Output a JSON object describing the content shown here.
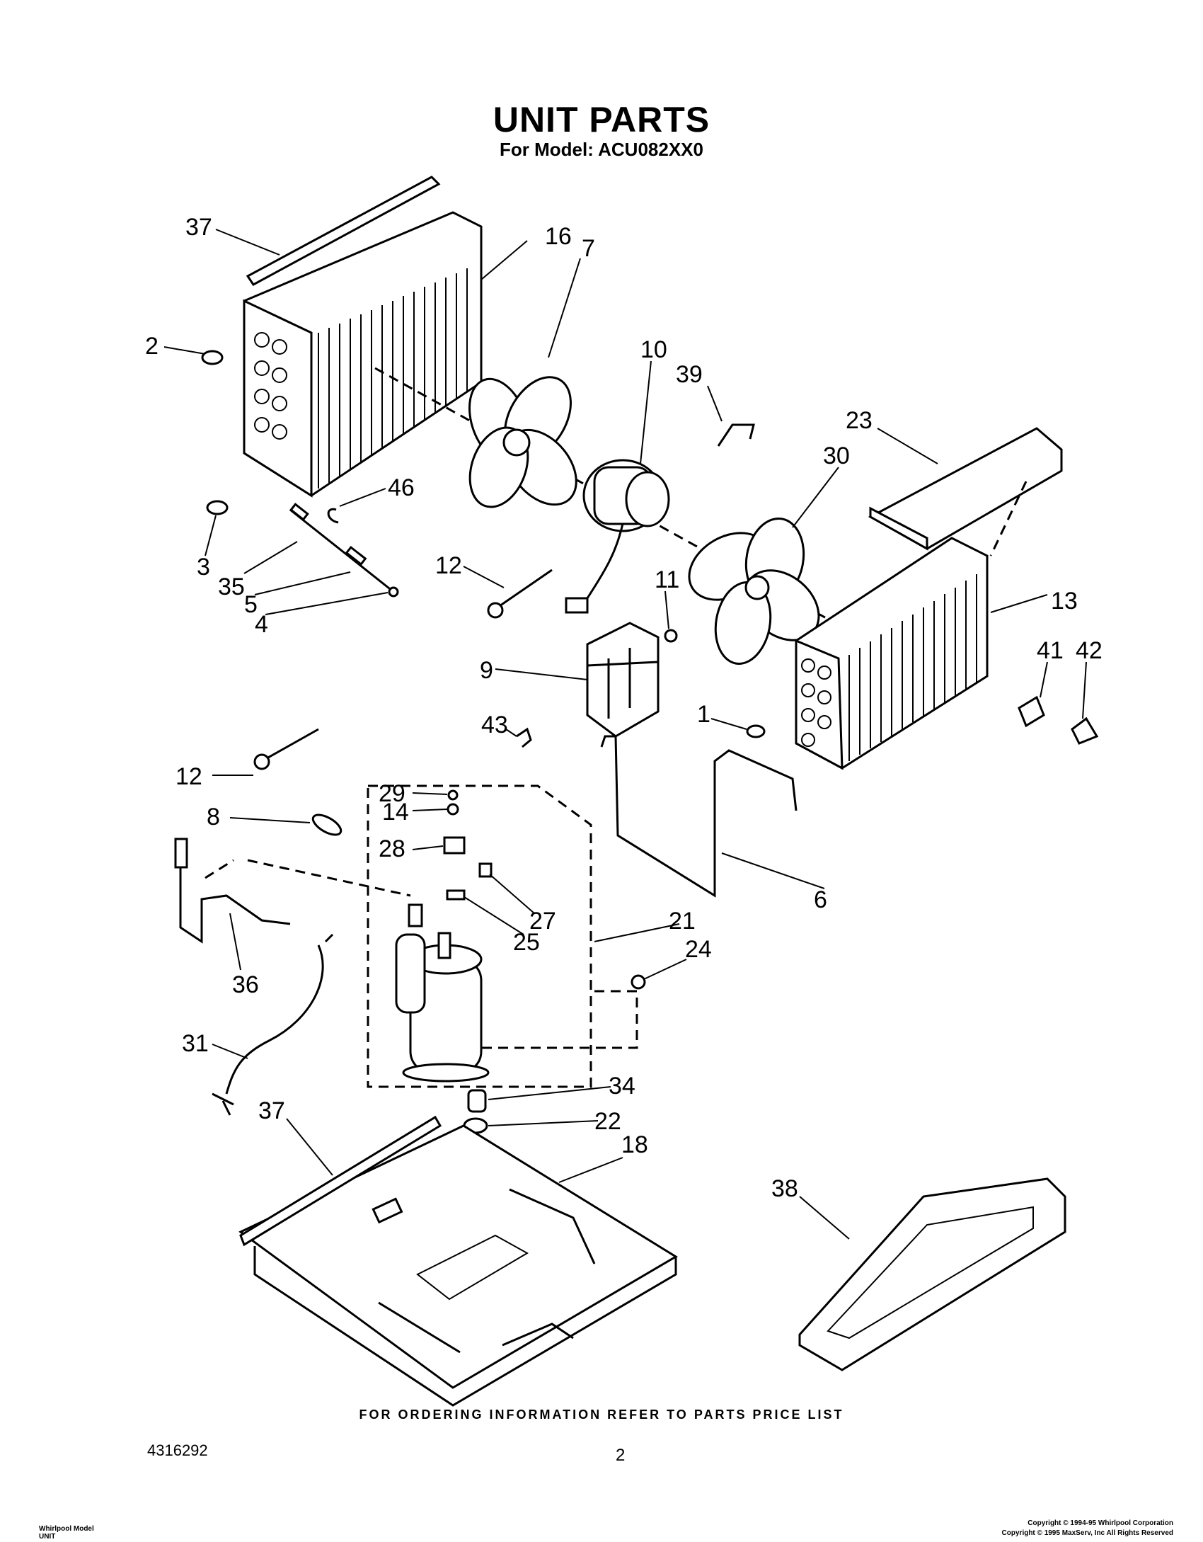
{
  "header": {
    "title": "UNIT PARTS",
    "model": "For Model: ACU082XX0"
  },
  "callouts": [
    {
      "id": "c37a",
      "label": "37"
    },
    {
      "id": "c16",
      "label": "16"
    },
    {
      "id": "c7",
      "label": "7"
    },
    {
      "id": "c2",
      "label": "2"
    },
    {
      "id": "c10",
      "label": "10"
    },
    {
      "id": "c39",
      "label": "39"
    },
    {
      "id": "c23",
      "label": "23"
    },
    {
      "id": "c30",
      "label": "30"
    },
    {
      "id": "c46",
      "label": "46"
    },
    {
      "id": "c3",
      "label": "3"
    },
    {
      "id": "c35",
      "label": "35"
    },
    {
      "id": "c5",
      "label": "5"
    },
    {
      "id": "c4",
      "label": "4"
    },
    {
      "id": "c12a",
      "label": "12"
    },
    {
      "id": "c11",
      "label": "11"
    },
    {
      "id": "c13",
      "label": "13"
    },
    {
      "id": "c41",
      "label": "41"
    },
    {
      "id": "c42",
      "label": "42"
    },
    {
      "id": "c9",
      "label": "9"
    },
    {
      "id": "c1",
      "label": "1"
    },
    {
      "id": "c43",
      "label": "43"
    },
    {
      "id": "c12b",
      "label": "12"
    },
    {
      "id": "c29",
      "label": "29"
    },
    {
      "id": "c14",
      "label": "14"
    },
    {
      "id": "c8",
      "label": "8"
    },
    {
      "id": "c28",
      "label": "28"
    },
    {
      "id": "c6",
      "label": "6"
    },
    {
      "id": "c27",
      "label": "27"
    },
    {
      "id": "c21",
      "label": "21"
    },
    {
      "id": "c25",
      "label": "25"
    },
    {
      "id": "c24",
      "label": "24"
    },
    {
      "id": "c36",
      "label": "36"
    },
    {
      "id": "c31",
      "label": "31"
    },
    {
      "id": "c34",
      "label": "34"
    },
    {
      "id": "c37b",
      "label": "37"
    },
    {
      "id": "c22",
      "label": "22"
    },
    {
      "id": "c18",
      "label": "18"
    },
    {
      "id": "c38",
      "label": "38"
    }
  ],
  "footer": {
    "ordering_note": "FOR ORDERING INFORMATION REFER TO PARTS PRICE LIST",
    "document_number": "4316292",
    "page_number": "2",
    "left_small": "Whirlpool Model",
    "left_small_2": "UNIT",
    "copyright_1": "Copyright © 1994-95 Whirlpool Corporation",
    "copyright_2": "Copyright © 1995 MaxServ, Inc  All Rights Reserved"
  }
}
